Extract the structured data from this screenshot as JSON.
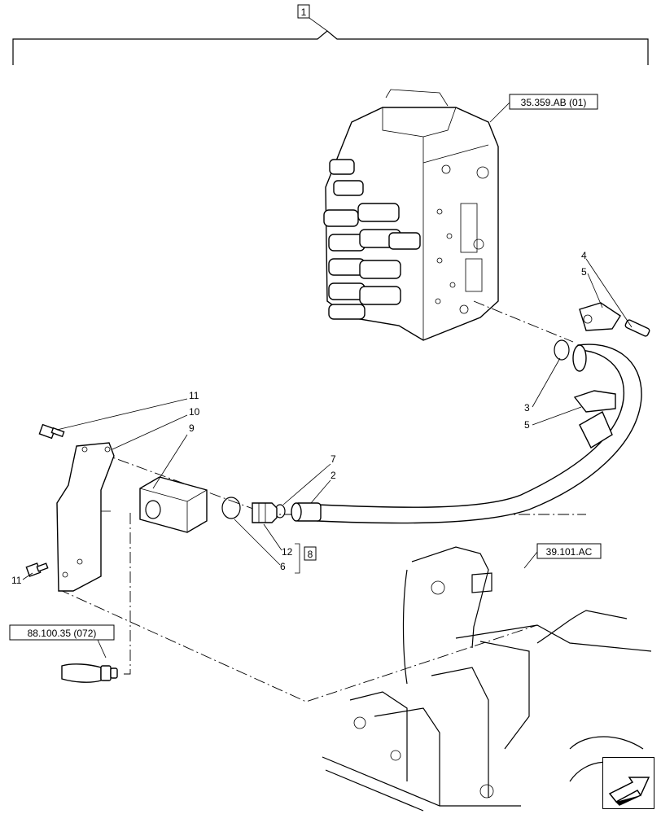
{
  "diagram": {
    "assembly_callout": "1",
    "references": {
      "valve": "35.359.AB (01)",
      "frame": "39.101.AC",
      "hose": "88.100.35 (072)"
    },
    "callouts": {
      "c4": "4",
      "c5_top": "5",
      "c3": "3",
      "c5_bottom": "5",
      "c7": "7",
      "c2": "2",
      "c12": "12",
      "c6": "6",
      "c8": "8",
      "c9": "9",
      "c10": "10",
      "c11_top": "11",
      "c11_bottom": "11"
    },
    "nav_icon": "next-page-arrow-icon"
  }
}
